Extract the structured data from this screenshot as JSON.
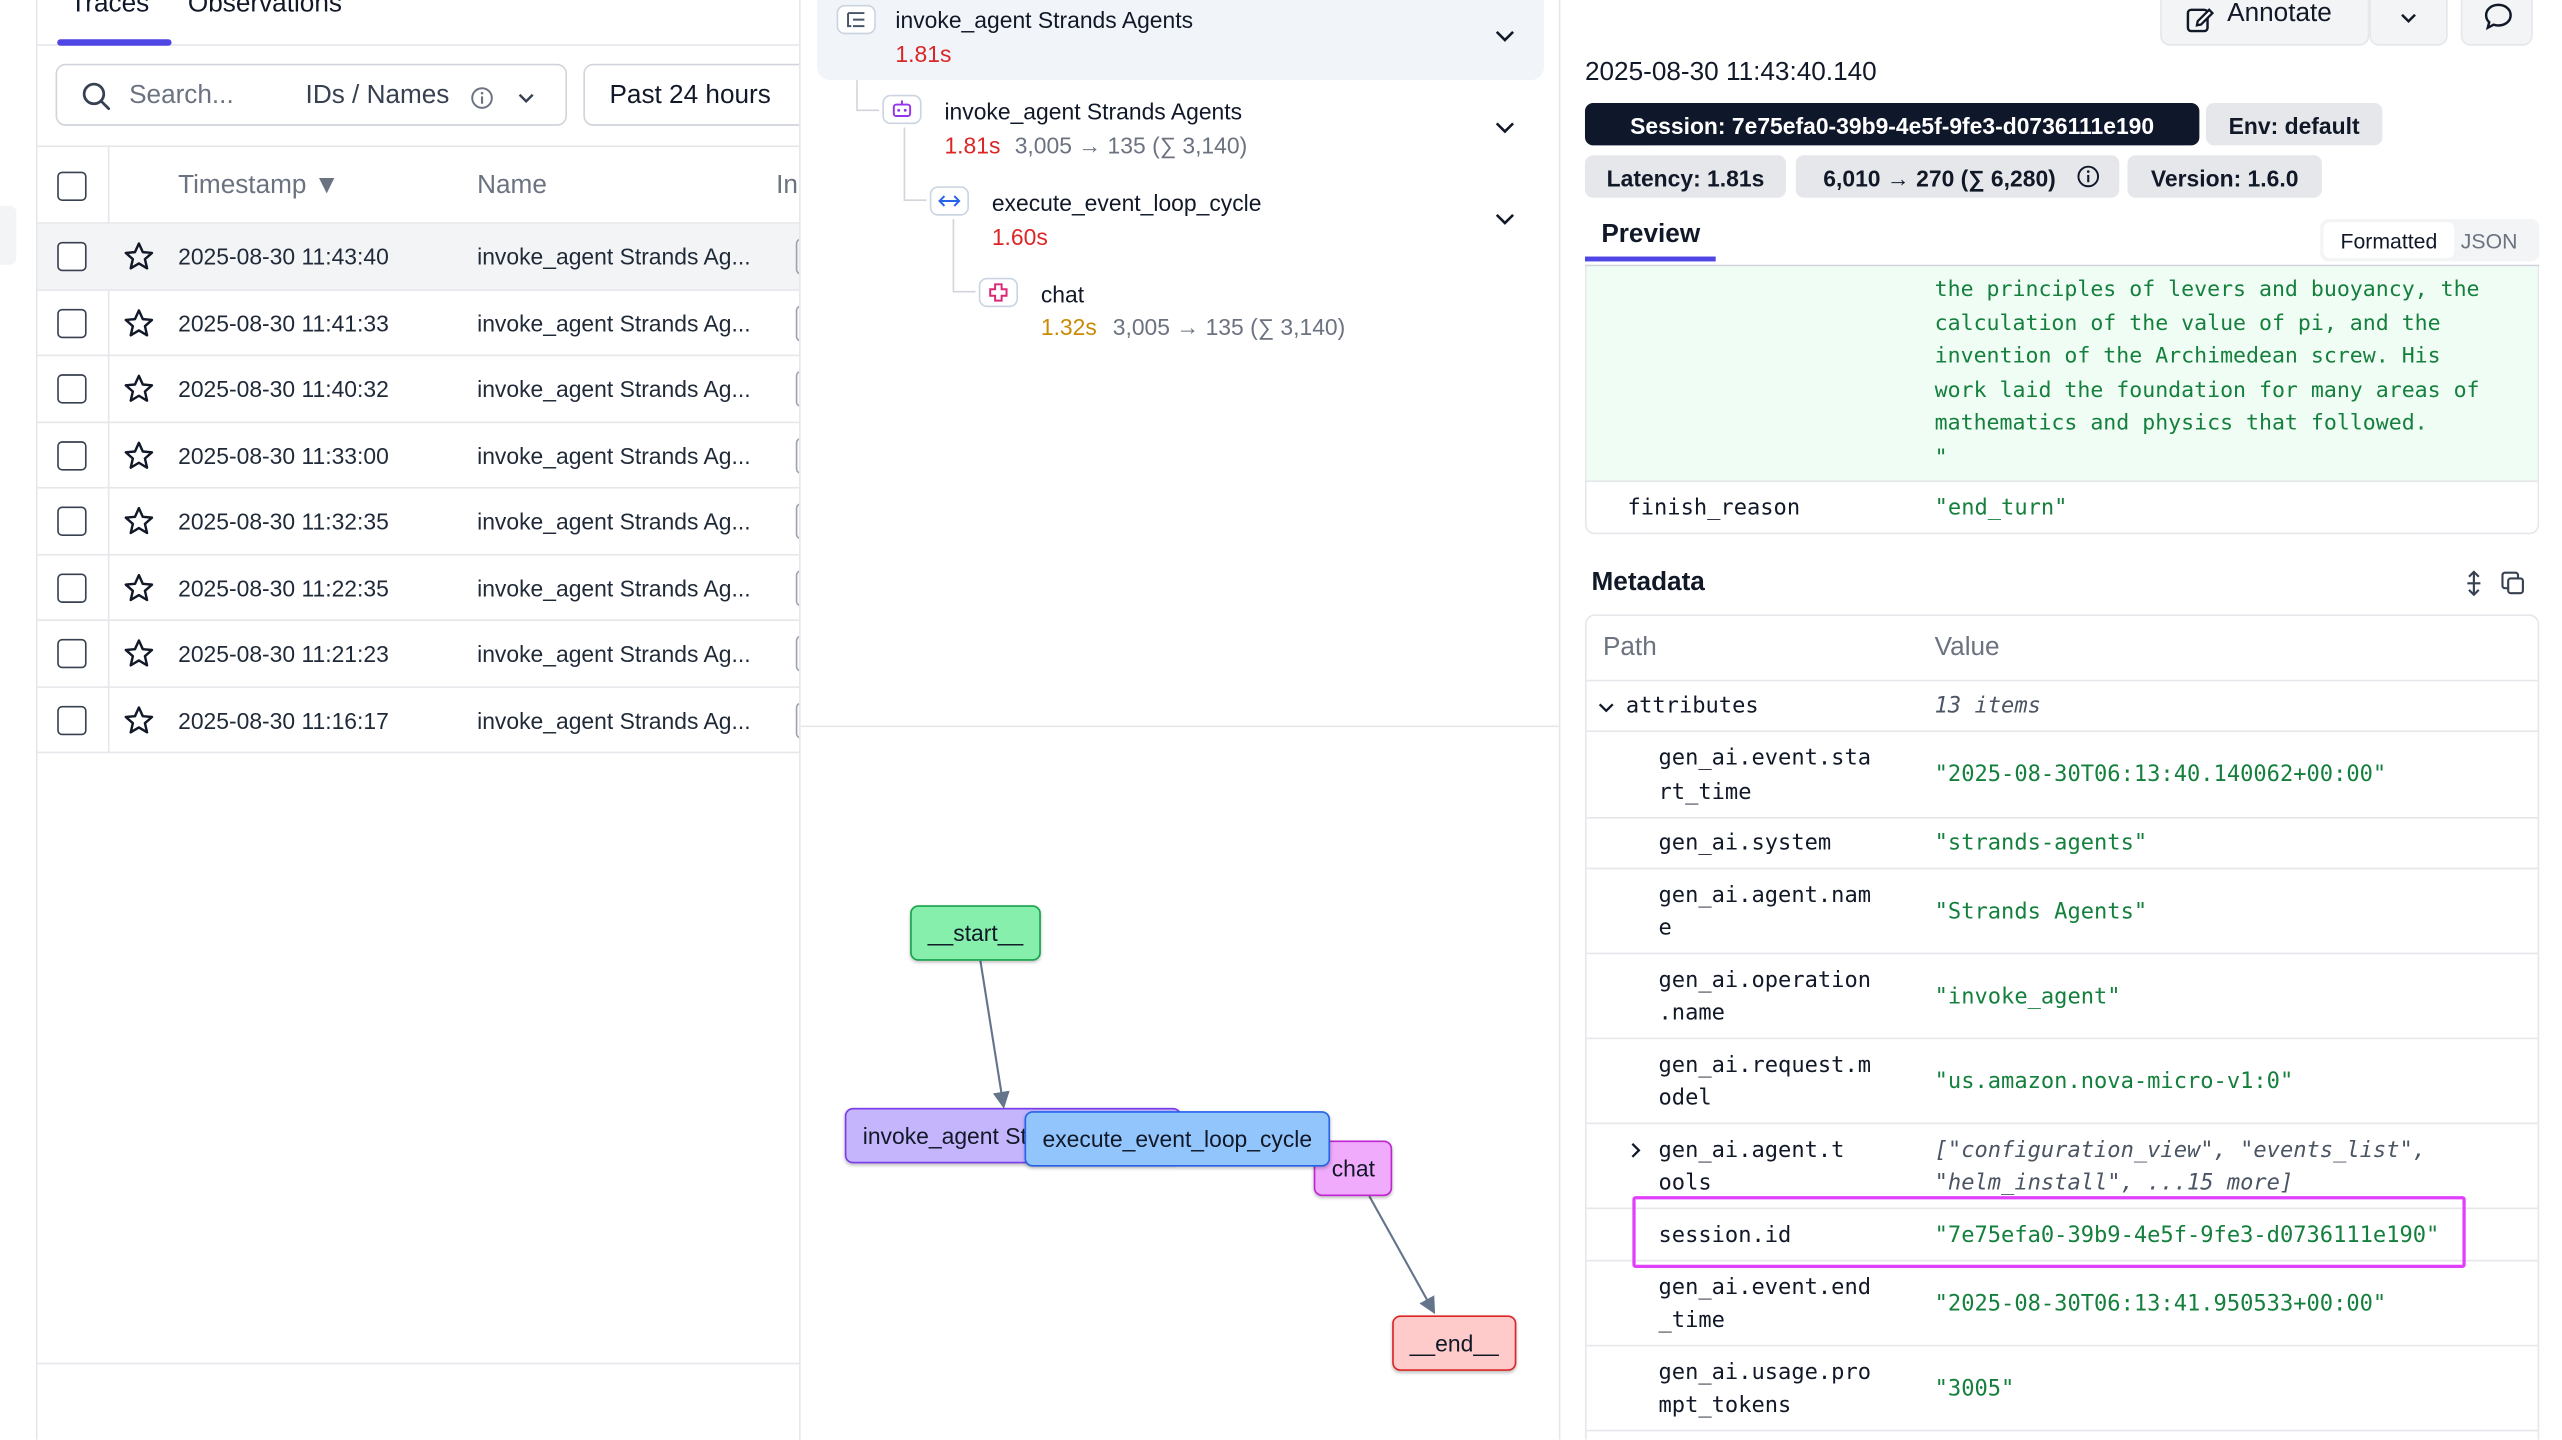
{
  "left": {
    "tabs": [
      "Traces",
      "Observations"
    ],
    "search_placeholder": "Search...",
    "id_names_label": "IDs / Names",
    "time_range": "Past 24 hours",
    "columns": {
      "timestamp": "Timestamp ▼",
      "name": "Name",
      "input": "In"
    },
    "rows": [
      {
        "timestamp": "2025-08-30 11:43:40",
        "name": "invoke_agent Strands Ag..."
      },
      {
        "timestamp": "2025-08-30 11:41:33",
        "name": "invoke_agent Strands Ag..."
      },
      {
        "timestamp": "2025-08-30 11:40:32",
        "name": "invoke_agent Strands Ag..."
      },
      {
        "timestamp": "2025-08-30 11:33:00",
        "name": "invoke_agent Strands Ag..."
      },
      {
        "timestamp": "2025-08-30 11:32:35",
        "name": "invoke_agent Strands Ag..."
      },
      {
        "timestamp": "2025-08-30 11:22:35",
        "name": "invoke_agent Strands Ag..."
      },
      {
        "timestamp": "2025-08-30 11:21:23",
        "name": "invoke_agent Strands Ag..."
      },
      {
        "timestamp": "2025-08-30 11:16:17",
        "name": "invoke_agent Strands Ag..."
      }
    ]
  },
  "tree": {
    "root": {
      "title": "invoke_agent Strands Agents",
      "latency": "1.81s"
    },
    "agent": {
      "title": "invoke_agent Strands Agents",
      "latency": "1.81s",
      "tokens": "3,005 → 135 (∑ 3,140)"
    },
    "cycle": {
      "title": "execute_event_loop_cycle",
      "latency": "1.60s"
    },
    "chat": {
      "title": "chat",
      "latency": "1.32s",
      "tokens": "3,005 → 135 (∑ 3,140)"
    }
  },
  "graph": {
    "start": "__start__",
    "invoke": "invoke_agent Strands Agents",
    "cycle": "execute_event_loop_cycle",
    "chat": "chat",
    "end": "__end__"
  },
  "right": {
    "annotate_label": "Annotate",
    "timestamp": "2025-08-30 11:43:40.140",
    "session_badge": "Session: 7e75efa0-39b9-4e5f-9fe3-d0736111e190",
    "env_badge": "Env: default",
    "latency_badge": "Latency: 1.81s",
    "tokens_badge": "6,010 → 270 (∑ 6,280)",
    "version_badge": "Version: 1.6.0",
    "preview_tab": "Preview",
    "formatted_label": "Formatted",
    "json_label": "JSON",
    "output_text": "the principles of levers and buoyancy, the\ncalculation of the value of pi, and the\ninvention of the Archimedean screw. His\nwork laid the foundation for many areas of\nmathematics and physics that followed.\n\"",
    "finish_key": "finish_reason",
    "finish_value": "\"end_turn\"",
    "metadata_title": "Metadata",
    "meta_columns": {
      "path": "Path",
      "value": "Value"
    },
    "attributes_key": "attributes",
    "attributes_count": "13 items",
    "meta_rows": [
      {
        "key": "gen_ai.event.sta\nrt_time",
        "value": "\"2025-08-30T06:13:40.140062+00:00\""
      },
      {
        "key": "gen_ai.system",
        "value": "\"strands-agents\""
      },
      {
        "key": "gen_ai.agent.nam\ne",
        "value": "\"Strands Agents\""
      },
      {
        "key": "gen_ai.operation\n.name",
        "value": "\"invoke_agent\""
      },
      {
        "key": "gen_ai.request.m\nodel",
        "value": "\"us.amazon.nova-micro-v1:0\""
      },
      {
        "key": "gen_ai.agent.t\nools",
        "value": "[\"configuration_view\", \"events_list\",\n\"helm_install\", ...15 more]"
      },
      {
        "key": "session.id",
        "value": "\"7e75efa0-39b9-4e5f-9fe3-d0736111e190\""
      },
      {
        "key": "gen_ai.event.end\n_time",
        "value": "\"2025-08-30T06:13:41.950533+00:00\""
      },
      {
        "key": "gen_ai.usage.pro\nmpt_tokens",
        "value": "\"3005\""
      }
    ]
  },
  "colors": {
    "accent": "#4f46e5",
    "latency_red": "#dc2626",
    "latency_amber": "#ca8a04",
    "json_green": "#15803d",
    "highlight": "#e040fb"
  }
}
